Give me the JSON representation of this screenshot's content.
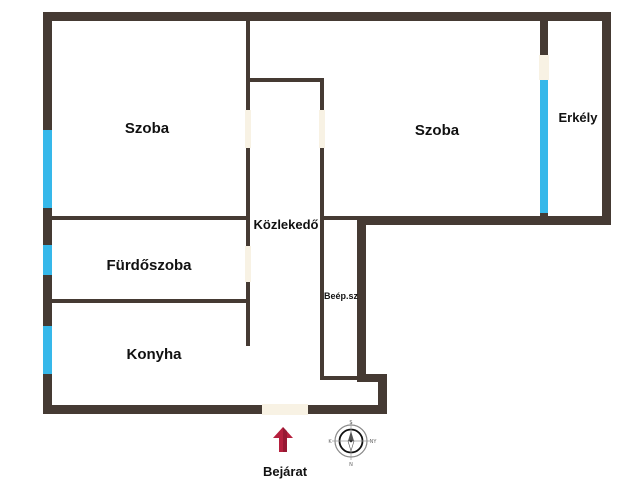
{
  "rooms": {
    "szoba_left": "Szoba",
    "szoba_right": "Szoba",
    "erkely": "Erkély",
    "kozlekedo": "Közlekedő",
    "furdoszoba": "Fürdőszoba",
    "konyha": "Konyha",
    "beep": "Beép.sz"
  },
  "entrance": {
    "label": "Bejárat",
    "arrow_icon": "entrance-arrow-icon"
  },
  "compass": {
    "icon": "compass-icon",
    "letters": {
      "north": "S",
      "south": "N",
      "west": "K",
      "east": "NY"
    }
  },
  "colors": {
    "wall": "#453a33",
    "window": "#36b8ea",
    "door": "#f8f2e4",
    "arrow": "#b5203e",
    "label": "#111111"
  }
}
